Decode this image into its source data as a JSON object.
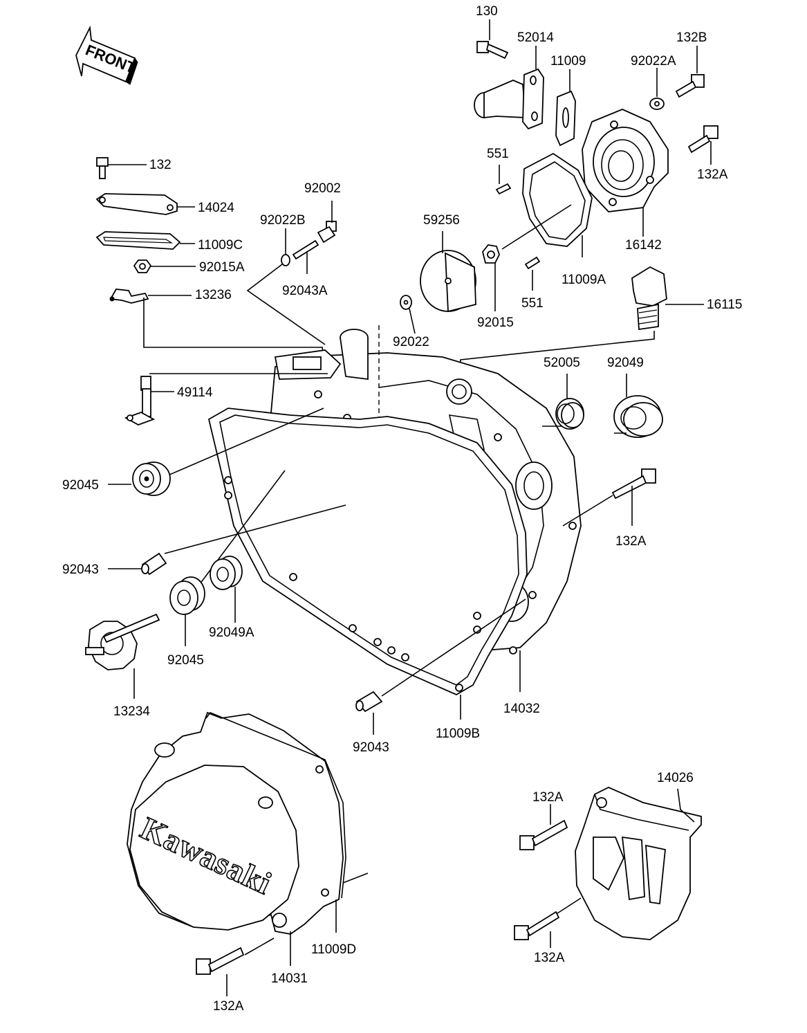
{
  "front_arrow": {
    "label": "FRONT"
  },
  "cover_logo": {
    "text": "Kawasaki"
  },
  "labels": {
    "l130": "130",
    "l52014": "52014",
    "l132B": "132B",
    "l11009": "11009",
    "l92022A": "92022A",
    "l132": "132",
    "l14024": "14024",
    "l11009C": "11009C",
    "l92015A": "92015A",
    "l13236": "13236",
    "l92002": "92002",
    "l92022B": "92022B",
    "l92043A": "92043A",
    "l551a": "551",
    "l132Aa": "132A",
    "l59256": "59256",
    "l16142": "16142",
    "l11009A": "11009A",
    "l551b": "551",
    "l92015": "92015",
    "l92022": "92022",
    "l16115": "16115",
    "l52005": "52005",
    "l92049": "92049",
    "l49114": "49114",
    "l92045a": "92045",
    "l132Ab": "132A",
    "l92043a": "92043",
    "l92049A": "92049A",
    "l92045b": "92045",
    "l13234": "13234",
    "l14032": "14032",
    "l11009B": "11009B",
    "l92043b": "92043",
    "l14026": "14026",
    "l132Ac": "132A",
    "l132Ad": "132A",
    "l11009D": "11009D",
    "l14031": "14031",
    "l132Ae": "132A"
  }
}
